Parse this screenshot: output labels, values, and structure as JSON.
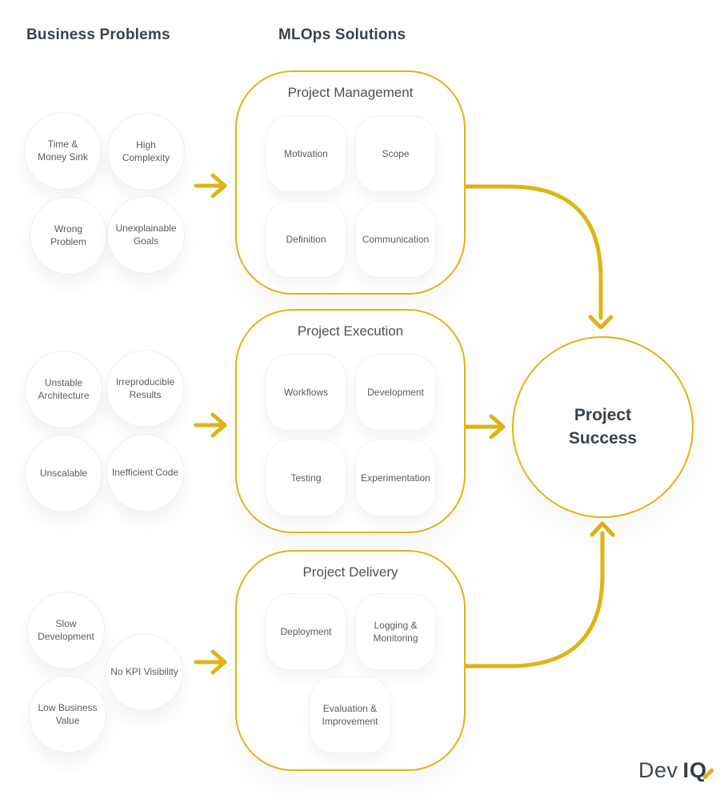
{
  "headings": {
    "problems": "Business Problems",
    "solutions": "MLOps Solutions"
  },
  "problem_groups": [
    {
      "circles": [
        {
          "label": "Time &\nMoney Sink"
        },
        {
          "label": "High\nComplexity"
        },
        {
          "label": "Wrong\nProblem"
        },
        {
          "label": "Unexplainable\nGoals"
        }
      ]
    },
    {
      "circles": [
        {
          "label": "Unstable\nArchitecture"
        },
        {
          "label": "Irreproducible\nResults"
        },
        {
          "label": "Unscalable"
        },
        {
          "label": "Inefficient Code"
        }
      ]
    },
    {
      "circles": [
        {
          "label": "Slow\nDevelopment"
        },
        {
          "label": "No KPI Visibility"
        },
        {
          "label": "Low Business\nValue"
        }
      ]
    }
  ],
  "solution_boxes": [
    {
      "title": "Project Management",
      "cards": [
        {
          "label": "Motivation"
        },
        {
          "label": "Scope"
        },
        {
          "label": "Definition"
        },
        {
          "label": "Communication"
        }
      ]
    },
    {
      "title": "Project Execution",
      "cards": [
        {
          "label": "Workflows"
        },
        {
          "label": "Development"
        },
        {
          "label": "Testing"
        },
        {
          "label": "Experimentation"
        }
      ]
    },
    {
      "title": "Project Delivery",
      "cards": [
        {
          "label": "Deployment"
        },
        {
          "label": "Logging &\nMonitoring"
        },
        {
          "label": "Evaluation &\nImprovement"
        }
      ]
    }
  ],
  "success_node": {
    "label": "Project\nSuccess"
  },
  "logo": {
    "prefix": "Dev",
    "suffix": "IQ"
  },
  "colors": {
    "accent": "#DFB414",
    "heading_text": "#39424B",
    "body_text": "#565D63"
  }
}
